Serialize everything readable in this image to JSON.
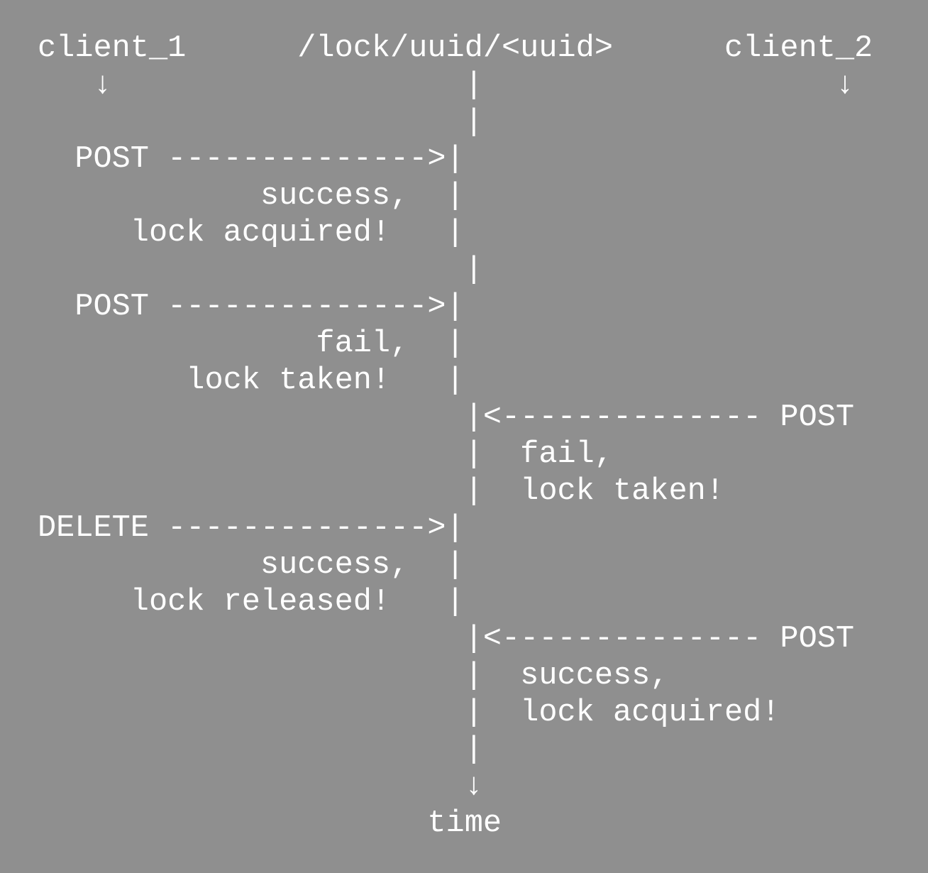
{
  "diagram": {
    "lines": [
      "client_1      /lock/uuid/<uuid>      client_2",
      "   ↓                   |                   ↓",
      "                       |",
      "  POST -------------->|",
      "            success,  |",
      "     lock acquired!   |",
      "                       |",
      "  POST -------------->|",
      "               fail,  |",
      "        lock taken!   |",
      "                       |<-------------- POST",
      "                       |  fail,",
      "                       |  lock taken!",
      "DELETE -------------->|",
      "            success,  |",
      "     lock released!   |",
      "                       |<-------------- POST",
      "                       |  success,",
      "                       |  lock acquired!",
      "                       |",
      "                       ↓",
      "                     time"
    ]
  }
}
